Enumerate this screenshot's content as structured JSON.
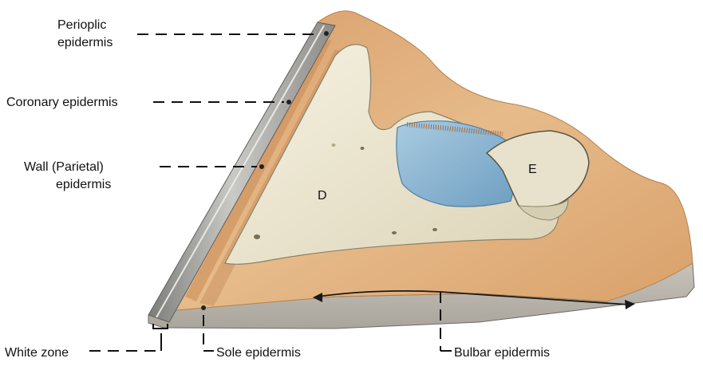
{
  "labels": {
    "periople_line1": "Perioplic",
    "periople_line2": "epidermis",
    "coronary": "Coronary epidermis",
    "wall_line1": "Wall (Parietal)",
    "wall_line2": "epidermis",
    "white_zone": "White zone",
    "sole": "Sole epidermis",
    "bulbar": "Bulbar epidermis",
    "bone_d": "D",
    "bone_e": "E"
  },
  "colors": {
    "corium": "#e0b07c",
    "corium_dark": "#c98a55",
    "hoof_wall": "#9a9a98",
    "sole": "#b9b6ae",
    "bone": "#efe9d3",
    "cartilage": "#8fb7d4"
  }
}
